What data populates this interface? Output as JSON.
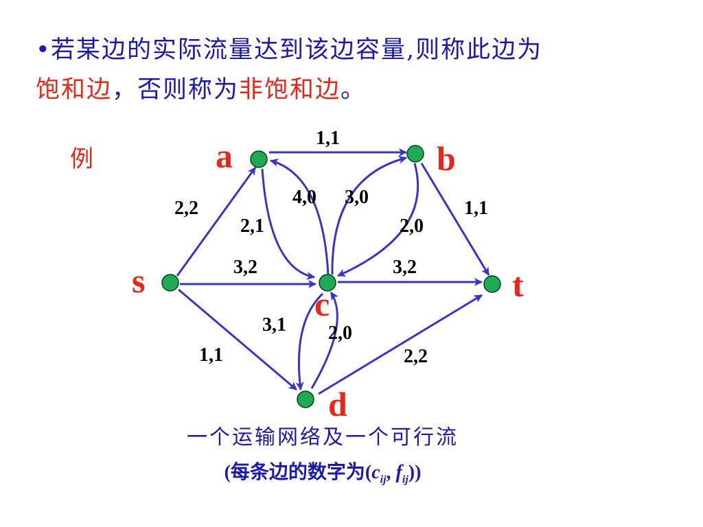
{
  "heading": {
    "bullet": "•",
    "line1": "若某边的实际流量达到该边容量,则称此边为",
    "saturated": "饱和边",
    "mid": "，否则称为",
    "unsaturated": "非饱和边",
    "end": "。"
  },
  "example_label": "例",
  "nodes": [
    {
      "id": "s",
      "label": "s"
    },
    {
      "id": "a",
      "label": "a"
    },
    {
      "id": "b",
      "label": "b"
    },
    {
      "id": "c",
      "label": "c"
    },
    {
      "id": "d",
      "label": "d"
    },
    {
      "id": "t",
      "label": "t"
    }
  ],
  "edges": [
    {
      "from": "s",
      "to": "a",
      "label": "2,2"
    },
    {
      "from": "a",
      "to": "b",
      "label": "1,1"
    },
    {
      "from": "b",
      "to": "t",
      "label": "1,1"
    },
    {
      "from": "s",
      "to": "c",
      "label": "3,2"
    },
    {
      "from": "c",
      "to": "t",
      "label": "3,2"
    },
    {
      "from": "s",
      "to": "d",
      "label": "1,1"
    },
    {
      "from": "d",
      "to": "t",
      "label": "2,2"
    },
    {
      "from": "a",
      "to": "c",
      "label": "2,1"
    },
    {
      "from": "c",
      "to": "a",
      "label": "4,0"
    },
    {
      "from": "c",
      "to": "b",
      "label": "3,0"
    },
    {
      "from": "b",
      "to": "c",
      "label": "2,0"
    },
    {
      "from": "c",
      "to": "d",
      "label": "3,1"
    },
    {
      "from": "d",
      "to": "c",
      "label": "2,0"
    }
  ],
  "caption": {
    "line1": "一个运输网络及一个可行流",
    "line2_prefix": "(每条边的数字为(",
    "c": "c",
    "f": "f",
    "sub": "ij",
    "comma": ", ",
    "line2_suffix": "))"
  },
  "colors": {
    "node_fill": "#1faa55",
    "edge": "#3535c8",
    "label_red": "#e8261a",
    "text_blue": "#1a1ab0"
  }
}
